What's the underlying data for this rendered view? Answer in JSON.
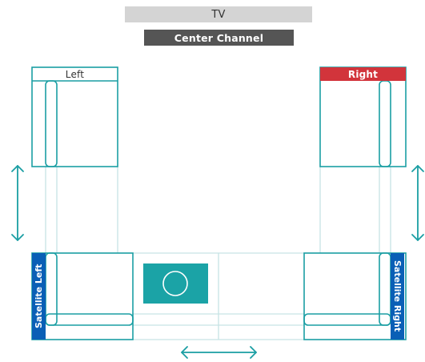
{
  "labels": {
    "tv": "TV",
    "center_channel": "Center Channel",
    "left": "Left",
    "right": "Right",
    "satellite_left": "Satellite Left",
    "satellite_right": "Satellite Right"
  },
  "colors": {
    "tv_bar": "#d4d4d4",
    "center_bar": "#555555",
    "teal": "#1a9ea3",
    "light_line": "#c6e3e5",
    "right_label": "#d2343b",
    "satellite": "#0a5fb6",
    "ottoman_fill": "#1ba3a6"
  },
  "icons": {
    "ottoman": "circle-icon",
    "front_arrows": "double-arrow-vertical-icon",
    "rear_arrows": "double-arrow-horizontal-icon"
  }
}
